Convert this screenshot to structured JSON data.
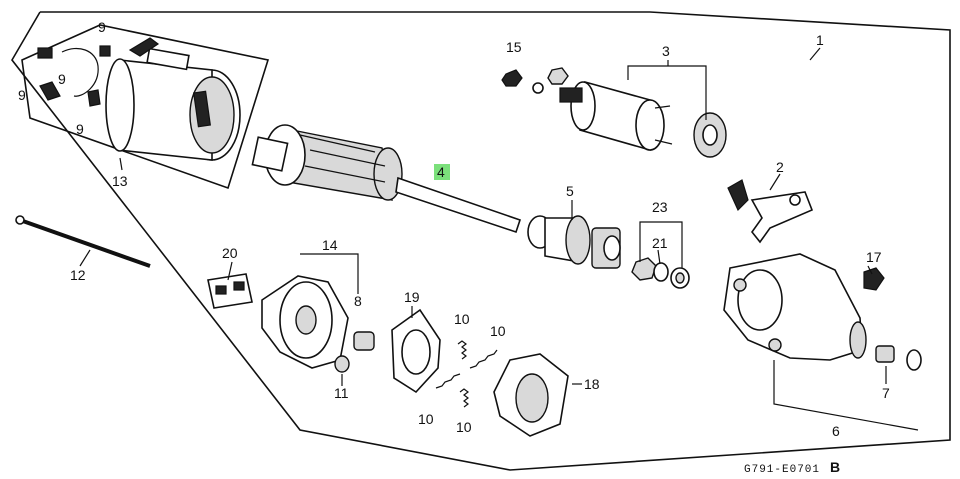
{
  "callouts": {
    "c1": "1",
    "c2": "2",
    "c3": "3",
    "c4": "4",
    "c5": "5",
    "c6": "6",
    "c7a": "7",
    "c8a": "8",
    "c9a": "9",
    "c9b": "9",
    "c9c": "9",
    "c9d": "9",
    "c10a": "10",
    "c10b": "10",
    "c10c": "10",
    "c10d": "10",
    "c11": "11",
    "c12": "12",
    "c13": "13",
    "c14": "14",
    "c15": "15",
    "c17": "17",
    "c18": "18",
    "c19": "19",
    "c20": "20",
    "c21": "21",
    "c23": "23"
  },
  "highlight_color": "#7be07b",
  "diagram_code": "G791-E0701",
  "diagram_code_suffix": "B"
}
